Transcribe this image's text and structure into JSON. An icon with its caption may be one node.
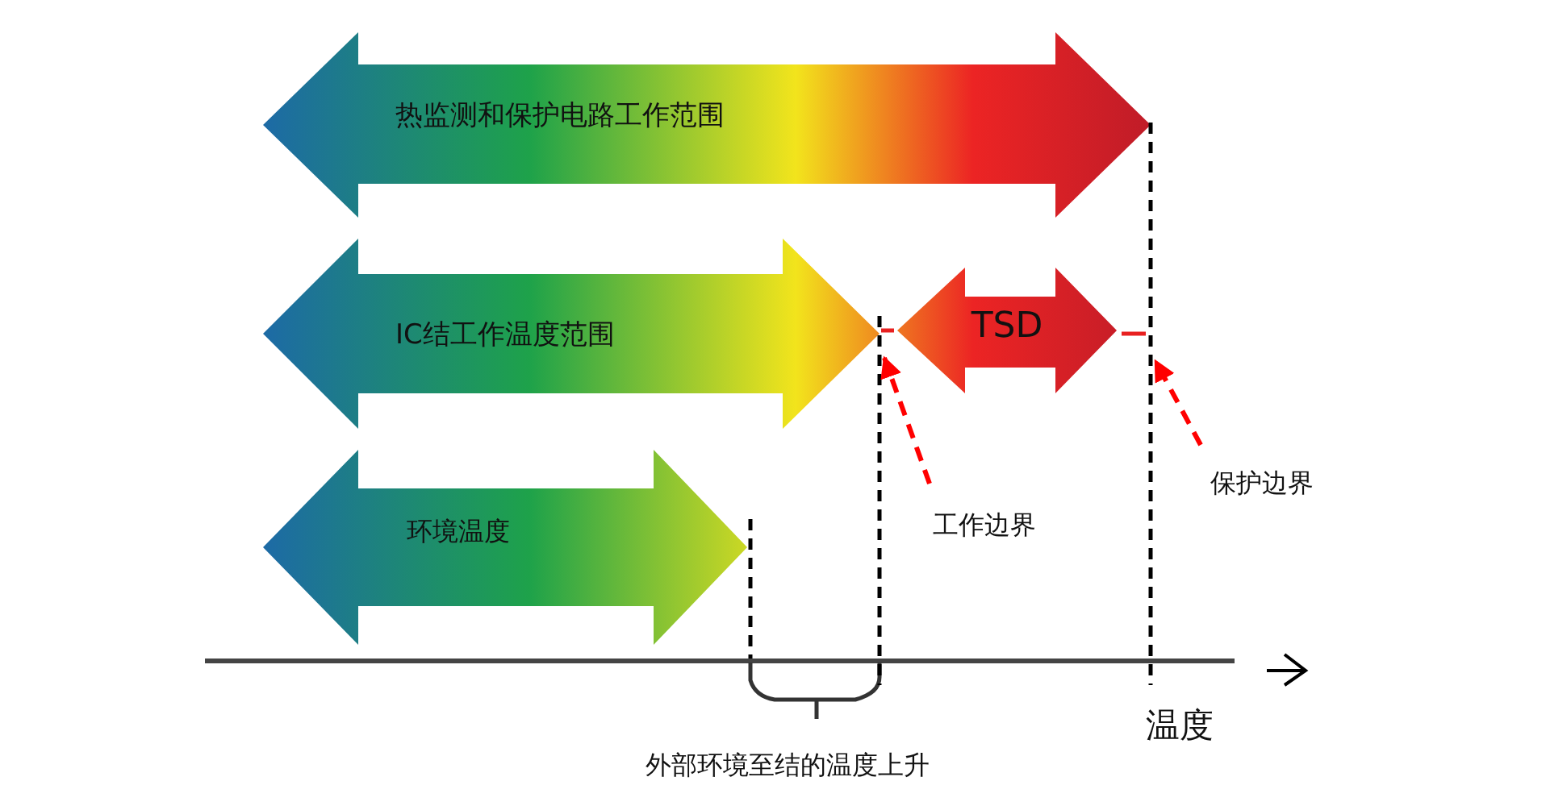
{
  "diagram": {
    "nodes": [
      {
        "text": [
          "热监测和保护电路工作范围"
        ]
      },
      {
        "text": [
          "IC结工作温度范围"
        ]
      },
      {
        "text": [
          "TSD"
        ]
      },
      {
        "text": [
          "环境温度"
        ]
      },
      {
        "text": [
          "工作边界"
        ]
      },
      {
        "text": [
          "保护边界"
        ]
      },
      {
        "text": [],
        "shape": "line"
      },
      {
        "text": [],
        "shape": "line"
      }
    ],
    "edges": [
      {
        "from": 4,
        "to": 6,
        "arrow": "to",
        "style": "dashed",
        "color": "#ff0000"
      },
      {
        "from": 5,
        "to": 7,
        "arrow": "to",
        "style": "dashed",
        "color": "#ff0000"
      }
    ],
    "labels": [
      "温度",
      "外部环境至结的温度上升"
    ]
  }
}
